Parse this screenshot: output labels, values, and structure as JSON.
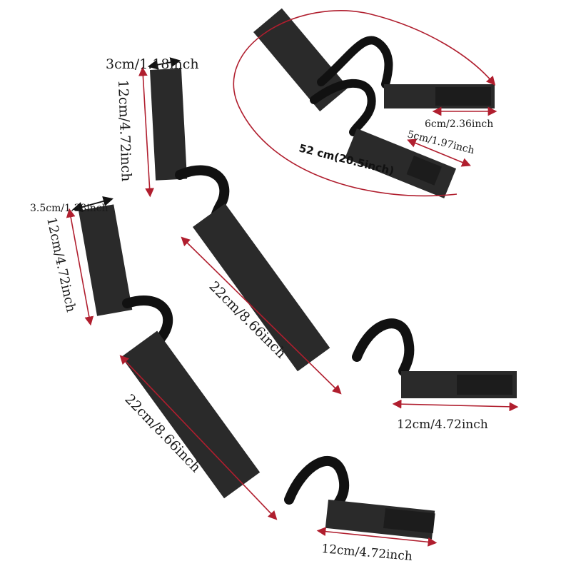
{
  "colors": {
    "background": "#ffffff",
    "strap": "#2a2a2a",
    "dimension_line": "#b01e2e"
  },
  "labels": {
    "top_width": "3cm/1.18inch",
    "top_height": "12cm/4.72inch",
    "left_width": "3.5cm/1.38inch",
    "left_height": "12cm/4.72inch",
    "mid_length_upper": "22cm/8.66inch",
    "mid_length_lower": "22cm/8.66inch",
    "end_length_upper": "12cm/4.72inch",
    "end_length_lower": "12cm/4.72inch",
    "inset_total": "52 cm(20.5inch)",
    "inset_width_a": "6cm/2.36inch",
    "inset_width_b": "5cm/1.97inch"
  }
}
